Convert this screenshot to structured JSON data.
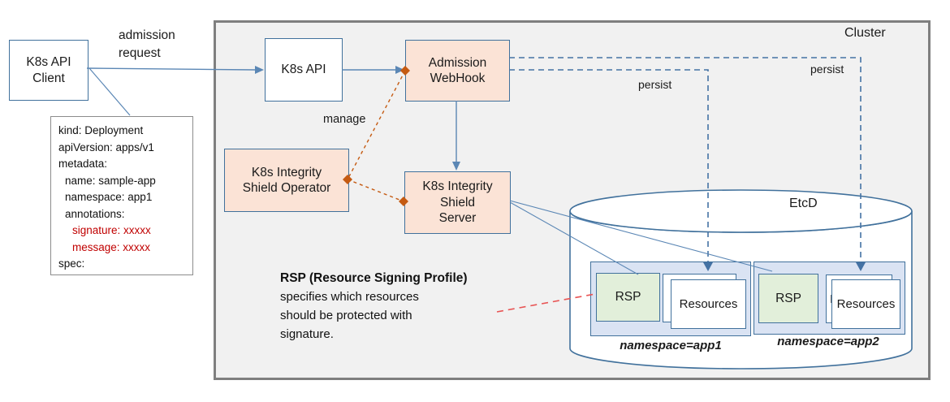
{
  "colors": {
    "line_blue": "#41719c",
    "connector_blue": "#5b87b5",
    "persist_dash_blue": "#4472a4",
    "peach_fill": "#fbe3d6",
    "namespace_fill": "#dae3f3",
    "rsp_fill": "#e2efda",
    "orange_dash": "#c55a11",
    "red_dash": "#e85454",
    "red_text": "#c00000",
    "cluster_border": "#7f7f7f",
    "cluster_fill": "#f1f1f1"
  },
  "outside": {
    "client_label": "K8s API\nClient",
    "admission_request_label": "admission\nrequest",
    "yaml": {
      "lines": [
        "kind: Deployment",
        "apiVersion: apps/v1",
        "metadata:",
        "name: sample-app",
        "namespace: app1",
        "annotations:",
        "signature: xxxxx",
        "message: xxxxx",
        "spec:"
      ]
    }
  },
  "cluster": {
    "label": "Cluster",
    "k8s_api_label": "K8s API",
    "webhook_label": "Admission\nWebHook",
    "operator_label": "K8s Integrity\nShield Operator",
    "server_label": "K8s Integrity\nShield\nServer",
    "manage_label": "manage",
    "persist_label_1": "persist",
    "persist_label_2": "persist",
    "note": {
      "title": "RSP (Resource Signing Profile)",
      "body": "specifies which resources\nshould be protected with\nsignature."
    },
    "etcd": {
      "label": "EtcD",
      "namespaces": [
        {
          "name": "namespace=app1",
          "rsp_label": "RSP",
          "resources_back_label": "Resources",
          "resources_front_label": "Resources"
        },
        {
          "name": "namespace=app2",
          "rsp_label": "RSP",
          "resources_back_label": "Resources",
          "resources_front_label": "Resources"
        }
      ]
    }
  }
}
